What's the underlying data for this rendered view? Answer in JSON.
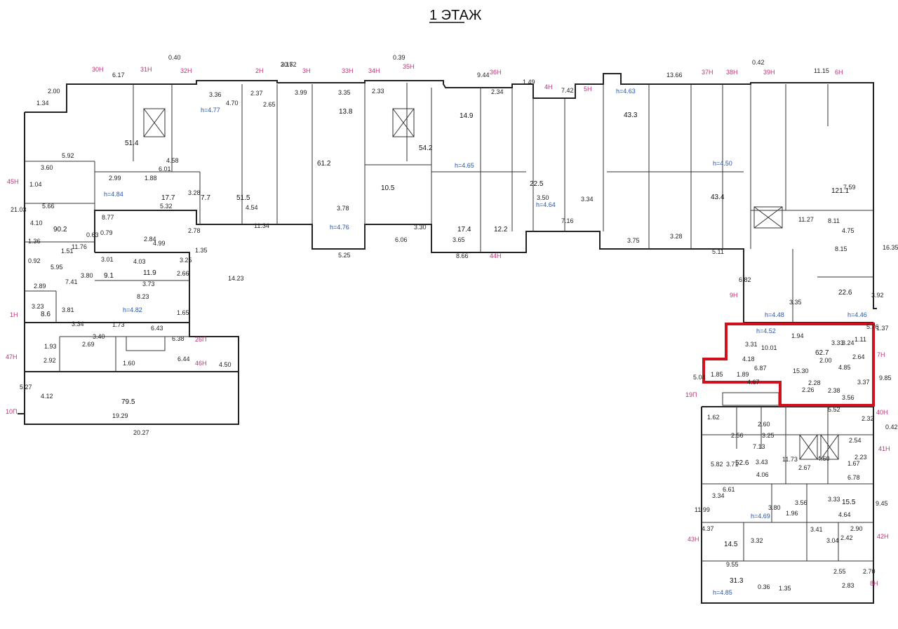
{
  "title": "1 ЭТАЖ",
  "highlight_color": "#d0101c",
  "unit_color": "#c2307a",
  "height_color": "#2255bb",
  "unit_labels": [
    {
      "id": "30H",
      "text": "30Н"
    },
    {
      "id": "31H",
      "text": "31Н"
    },
    {
      "id": "32H",
      "text": "32Н"
    },
    {
      "id": "2H",
      "text": "2Н"
    },
    {
      "id": "3H",
      "text": "3Н"
    },
    {
      "id": "33H",
      "text": "33Н"
    },
    {
      "id": "34H",
      "text": "34Н"
    },
    {
      "id": "35H",
      "text": "35Н"
    },
    {
      "id": "36H",
      "text": "36Н"
    },
    {
      "id": "4H",
      "text": "4Н"
    },
    {
      "id": "5H",
      "text": "5Н"
    },
    {
      "id": "37H",
      "text": "37Н"
    },
    {
      "id": "38H",
      "text": "38Н"
    },
    {
      "id": "39H",
      "text": "39Н"
    },
    {
      "id": "6H",
      "text": "6Н"
    },
    {
      "id": "45H",
      "text": "45Н"
    },
    {
      "id": "1H",
      "text": "1Н"
    },
    {
      "id": "47H",
      "text": "47Н"
    },
    {
      "id": "10P",
      "text": "10П"
    },
    {
      "id": "26P",
      "text": "26П"
    },
    {
      "id": "46H",
      "text": "46Н"
    },
    {
      "id": "44H",
      "text": "44Н"
    },
    {
      "id": "9H",
      "text": "9Н"
    },
    {
      "id": "7H",
      "text": "7Н"
    },
    {
      "id": "19P",
      "text": "19П"
    },
    {
      "id": "40H",
      "text": "40Н"
    },
    {
      "id": "41H",
      "text": "41Н"
    },
    {
      "id": "43H",
      "text": "43Н"
    },
    {
      "id": "42H",
      "text": "42Н"
    },
    {
      "id": "8H",
      "text": "8Н"
    }
  ],
  "heights": [
    {
      "id": "h1",
      "text": "h=4.77"
    },
    {
      "id": "h2",
      "text": "h=4.84"
    },
    {
      "id": "h3",
      "text": "h=4.76"
    },
    {
      "id": "h4",
      "text": "h=4.82"
    },
    {
      "id": "h5",
      "text": "h=4.65"
    },
    {
      "id": "h6",
      "text": "h=4.64"
    },
    {
      "id": "h7",
      "text": "h=4.63"
    },
    {
      "id": "h8",
      "text": "h=4.50"
    },
    {
      "id": "h9",
      "text": "h=4.48"
    },
    {
      "id": "h10",
      "text": "h=4.46"
    },
    {
      "id": "h11",
      "text": "h=4.52"
    },
    {
      "id": "h12",
      "text": "h=4.69"
    },
    {
      "id": "h13",
      "text": "h=4.85"
    }
  ],
  "areas": [
    {
      "id": "a1",
      "text": "51.4"
    },
    {
      "id": "a2",
      "text": "90.2"
    },
    {
      "id": "a3",
      "text": "17.7"
    },
    {
      "id": "a4",
      "text": "7.7"
    },
    {
      "id": "a5",
      "text": "51.5"
    },
    {
      "id": "a6",
      "text": "61.2"
    },
    {
      "id": "a7",
      "text": "13.8"
    },
    {
      "id": "a8",
      "text": "54.2"
    },
    {
      "id": "a9",
      "text": "14.9"
    },
    {
      "id": "a10",
      "text": "10.5"
    },
    {
      "id": "a11",
      "text": "17.4"
    },
    {
      "id": "a12",
      "text": "12.2"
    },
    {
      "id": "a13",
      "text": "22.5"
    },
    {
      "id": "a14",
      "text": "43.3"
    },
    {
      "id": "a15",
      "text": "43.4"
    },
    {
      "id": "a16",
      "text": "121.1"
    },
    {
      "id": "a17",
      "text": "22.6"
    },
    {
      "id": "a18",
      "text": "8.6"
    },
    {
      "id": "a19",
      "text": "9.1"
    },
    {
      "id": "a20",
      "text": "11.9"
    },
    {
      "id": "a21",
      "text": "79.5"
    },
    {
      "id": "a22",
      "text": "62.7"
    },
    {
      "id": "a23",
      "text": "52.6"
    },
    {
      "id": "a24",
      "text": "15.5"
    },
    {
      "id": "a25",
      "text": "14.5"
    },
    {
      "id": "a26",
      "text": "31.3"
    }
  ],
  "dimensions": [
    "20.52",
    "0.40",
    "6.17",
    "0.39",
    "9.44",
    "1.49",
    "7.42",
    "13.66",
    "0.42",
    "11.15",
    "2.00",
    "1.34",
    "3.36",
    "3.99",
    "3.35",
    "2.33",
    "2.34",
    "2.37",
    "2.65",
    "4.70",
    "5.92",
    "3.60",
    "1.04",
    "2.99",
    "4.58",
    "6.01",
    "1.88",
    "3.28",
    "5.32",
    "11.34",
    "4.54",
    "3.78",
    "5.25",
    "3.30",
    "6.06",
    "8.66",
    "3.65",
    "3.50",
    "7.16",
    "3.34",
    "3.75",
    "5.11",
    "3.28",
    "8.23",
    "6.43",
    "3.34",
    "3.40",
    "1.73",
    "14.23",
    "19.29",
    "20.27",
    "4.12",
    "5.27",
    "4.50",
    "6.44",
    "6.38",
    "1.93",
    "2.92",
    "1.60",
    "2.69",
    "10.01",
    "3.31",
    "4.18",
    "6.87",
    "4.67",
    "15.30",
    "2.00",
    "4.85",
    "3.37",
    "3.56",
    "2.28",
    "2.26",
    "2.38",
    "1.89",
    "1.85",
    "5.04",
    "9.85",
    "1.94",
    "3.33",
    "3.24",
    "2.64",
    "1.11",
    "5.52",
    "1.62",
    "2.56",
    "2.60",
    "3.25",
    "7.13",
    "11.73",
    "4.60",
    "2.54",
    "2.23",
    "1.67",
    "6.78",
    "4.06",
    "2.67",
    "3.71",
    "3.43",
    "5.82",
    "6.61",
    "3.80",
    "1.96",
    "3.34",
    "3.56",
    "3.33",
    "4.64",
    "11.99",
    "9.45",
    "4.37",
    "3.32",
    "3.41",
    "3.04",
    "2.42",
    "2.90",
    "9.55",
    "2.55",
    "2.83",
    "1.35",
    "0.36",
    "2.70",
    "16.35",
    "8.15",
    "5.76",
    "7.59",
    "11.27",
    "4.75",
    "3.35",
    "3.92",
    "6.82",
    "1.37",
    "0.42",
    "2.32",
    "8.11",
    "21.03",
    "5.66",
    "4.10",
    "1.36",
    "0.92",
    "2.89",
    "3.23",
    "3.81",
    "7.41",
    "5.95",
    "11.76",
    "1.51",
    "0.63",
    "0.79",
    "8.77",
    "2.84",
    "4.99",
    "2.78",
    "1.35",
    "3.01",
    "3.73",
    "2.66",
    "3.25",
    "1.65",
    "3.80",
    "4.03",
    "3.17"
  ]
}
